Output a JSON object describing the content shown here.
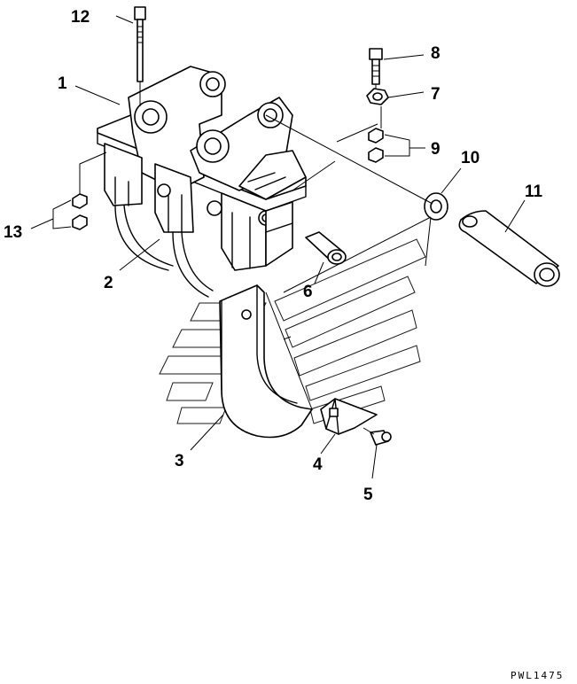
{
  "callouts": [
    {
      "id": "1",
      "label": "1"
    },
    {
      "id": "2",
      "label": "2"
    },
    {
      "id": "3",
      "label": "3"
    },
    {
      "id": "4",
      "label": "4"
    },
    {
      "id": "5",
      "label": "5"
    },
    {
      "id": "6",
      "label": "6"
    },
    {
      "id": "7",
      "label": "7"
    },
    {
      "id": "8",
      "label": "8"
    },
    {
      "id": "9",
      "label": "9"
    },
    {
      "id": "10",
      "label": "10"
    },
    {
      "id": "11",
      "label": "11"
    },
    {
      "id": "12",
      "label": "12"
    },
    {
      "id": "13",
      "label": "13"
    }
  ],
  "drawing_code": "PWL1475"
}
